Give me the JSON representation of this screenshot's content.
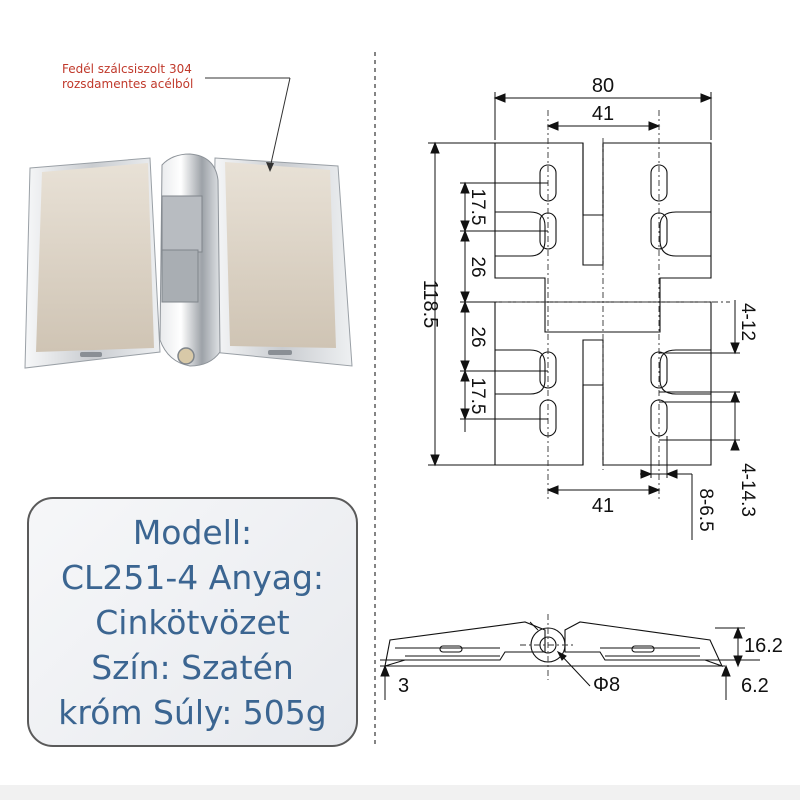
{
  "callout": {
    "line1": "Fedél szálcsiszolt 304",
    "line2": "rozsdamentes acélból"
  },
  "specs": {
    "line1": "Modell:",
    "line2": "CL251-4 Anyag:",
    "line3": "Cinkötvözet",
    "line4": "Szín: Szatén",
    "line5": "króm Súly: 505g"
  },
  "dimensions": {
    "top_width": "80",
    "top_inner": "41",
    "bottom_inner": "41",
    "height_total": "118.5",
    "slot_pitch_top": "17.5",
    "gap_top": "26",
    "gap_bottom": "26",
    "slot_pitch_bottom": "17.5",
    "hole_a": "4-12",
    "hole_b": "4-14.3",
    "slot_width": "8-6.5",
    "side_height": "16.2",
    "side_plate": "3",
    "side_offset": "6.2",
    "pin_diameter": "Φ8"
  },
  "colors": {
    "callout_text": "#c0392b",
    "spec_text": "#3b6591",
    "plate_satin": "#ddd3c4",
    "chrome": "#cfd2d6"
  }
}
